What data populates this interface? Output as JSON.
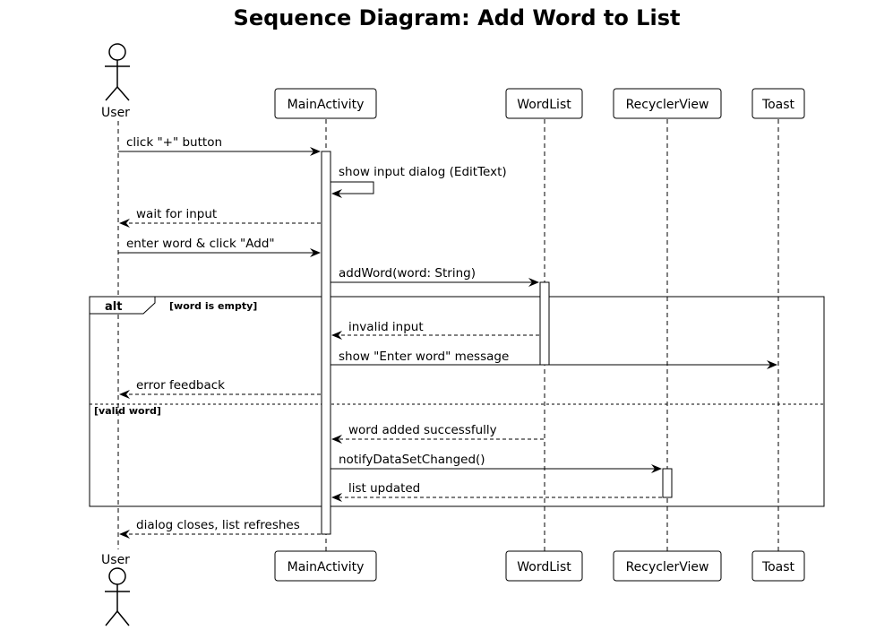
{
  "title": "Sequence Diagram: Add Word to List",
  "participants": {
    "user": "User",
    "main_activity": "MainActivity",
    "word_list": "WordList",
    "recycler_view": "RecyclerView",
    "toast": "Toast"
  },
  "messages": {
    "m1": "click \"+\" button",
    "m2": "show input dialog (EditText)",
    "m3": "wait for input",
    "m4": "enter word & click \"Add\"",
    "m5": "addWord(word: String)",
    "m6": "invalid input",
    "m7": "show \"Enter word\" message",
    "m8": "error feedback",
    "m9": "word added successfully",
    "m10": "notifyDataSetChanged()",
    "m11": "list updated",
    "m12": "dialog closes, list refreshes"
  },
  "fragment": {
    "operator": "alt",
    "guard_1": "[word is empty]",
    "guard_2": "[valid word]"
  }
}
